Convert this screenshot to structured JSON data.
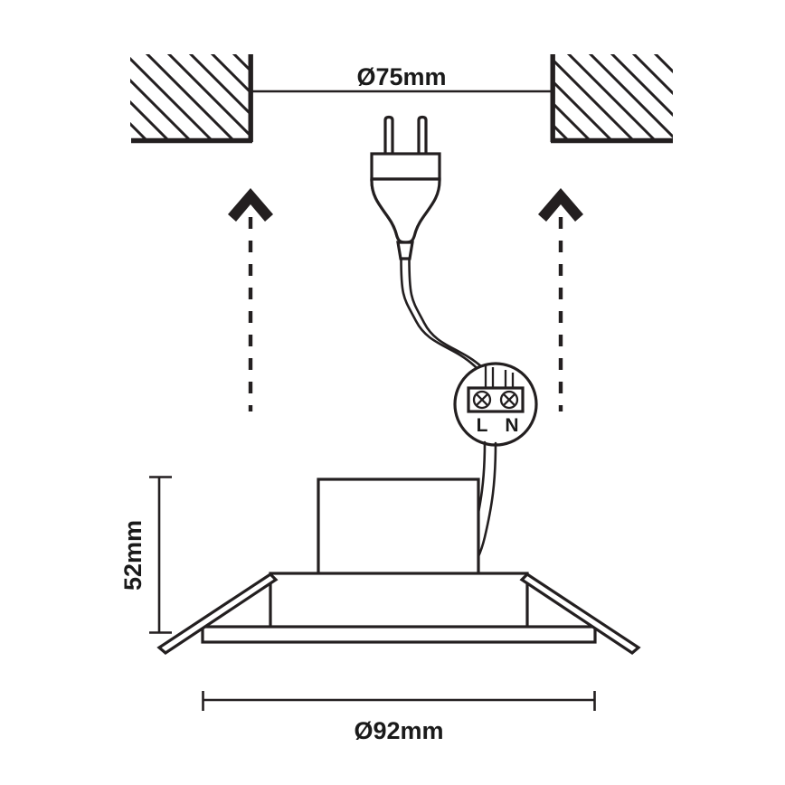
{
  "drawing": {
    "title": "Recessed Downlight Installation Dimension Drawing",
    "background_color": "#ffffff",
    "line_color": "#231f20",
    "dimensions": {
      "cutout": {
        "label": "Ø75mm",
        "value": 75,
        "unit": "mm",
        "symbol": "Ø",
        "position": "top",
        "description": "ceiling cut-out diameter"
      },
      "height": {
        "label": "52mm",
        "value": 52,
        "unit": "mm",
        "symbol": "",
        "position": "left-vertical",
        "description": "fixture recess height"
      },
      "outer": {
        "label": "Ø92mm",
        "value": 92,
        "unit": "mm",
        "symbol": "Ø",
        "position": "bottom",
        "description": "outer trim diameter"
      }
    },
    "terminals": {
      "live_label": "L",
      "neutral_label": "N",
      "screw_symbol": "⊕",
      "count": 2
    },
    "components": {
      "ceiling_left": "ceiling-section-hatched-left",
      "ceiling_right": "ceiling-section-hatched-right",
      "plug": "mains-plug-two-pin",
      "cable": "power-cable",
      "junction": "junction-box-terminal-circle",
      "downlight_body": "downlight-housing",
      "spring_clips": "mounting-spring-clips",
      "trim_ring": "trim-bezel-plate",
      "arrows": "push-up-installation-arrows"
    },
    "annotations": {
      "arrow_left": "installation-direction-arrow-left",
      "arrow_right": "installation-direction-arrow-right",
      "arrow_meaning": "push up into ceiling"
    }
  }
}
